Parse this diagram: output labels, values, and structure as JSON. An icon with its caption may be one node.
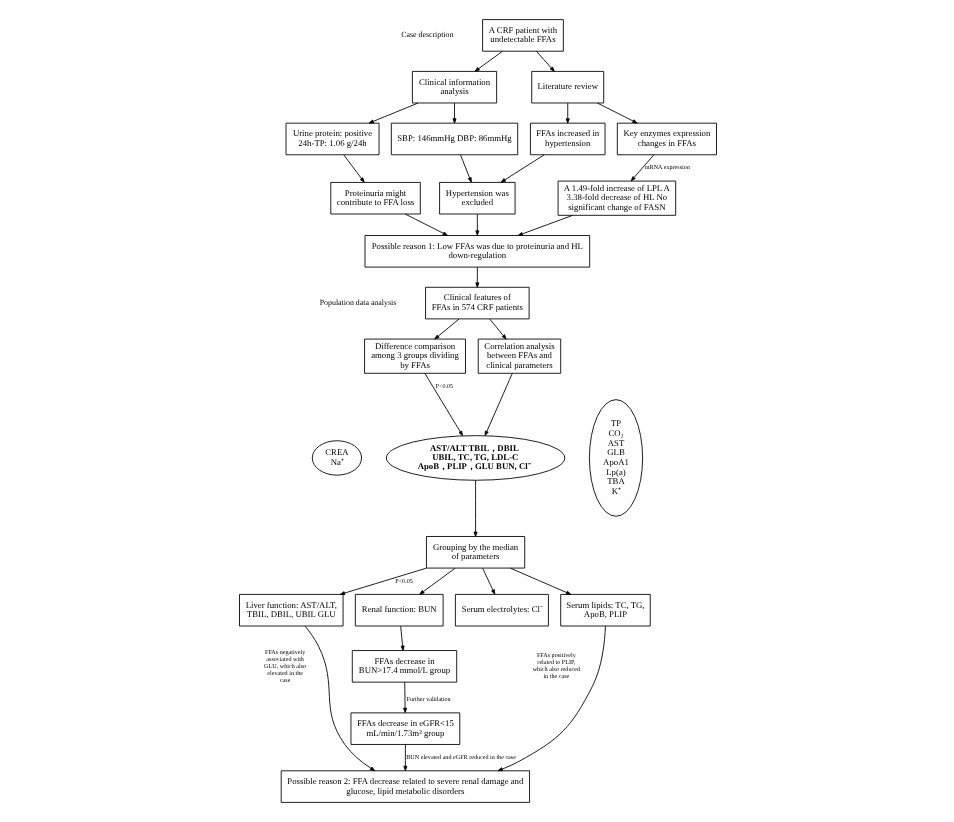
{
  "diagram": {
    "nodes": [
      {
        "text": [
          "A CRF patient with undetectable FFAs"
        ]
      },
      {
        "text": [
          "Clinical information analysis"
        ]
      },
      {
        "text": [
          "Literature review"
        ]
      },
      {
        "text": [
          "Urine protein: positive 24h-TP: 1.06 g/24h"
        ]
      },
      {
        "text": [
          "SBP: 146mmHg DBP: 86mmHg"
        ]
      },
      {
        "text": [
          "FFAs increased in hypertension"
        ]
      },
      {
        "text": [
          "Key enzymes expression changes in FFAs"
        ]
      },
      {
        "text": [
          "Proteinuria might contribute to FFA loss"
        ]
      },
      {
        "text": [
          "Hypertension was excluded"
        ]
      },
      {
        "text": [
          "A 1.49-fold increase of LPL A 3.38-fold decrease of HL No significant change of FASN"
        ]
      },
      {
        "text": [
          "Possible reason 1: Low FFAs was due to proteinuria and HL down-regulation"
        ]
      },
      {
        "text": [
          "Clinical features of FFAs in 574 CRF patients"
        ]
      },
      {
        "text": [
          "Difference comparison among 3 groups dividing by FFAs"
        ]
      },
      {
        "text": [
          "Correlation analysis between FFAs and clinical parameters"
        ]
      },
      {
        "text": [
          "CREA",
          "Na⁺"
        ]
      },
      {
        "text": [
          "TP",
          "CO₂",
          "AST",
          "GLB",
          "ApoA1",
          "Lp(a)",
          "TBA",
          "K⁺"
        ]
      },
      {
        "text": [
          "AST/ALT TBIL，DBIL UBIL, TC, TG, LDL-C ApoB，PLIP，GLU BUN, Cl⁻"
        ]
      },
      {
        "text": [
          "Grouping by the median of parameters"
        ]
      },
      {
        "text": [
          "Liver function: AST/ALT, TBIL, DBIL, UBIL GLU"
        ],
        "beside": [
          "FFAs negatively associated with GLU, which also elevated in the case"
        ]
      },
      {
        "text": [
          "Renal function: BUN"
        ]
      },
      {
        "text": [
          "Serum electrolytes: Cl⁻"
        ]
      },
      {
        "text": [
          "Serum lipids: TC, TG, ApoB, PLIP"
        ],
        "beside": [
          "FFAs positively related to PLIP, which also reduced in the case"
        ]
      },
      {
        "text": [
          "FFAs decrease in BUN>17.4 mmol/L group"
        ]
      },
      {
        "text": [
          "FFAs decrease in eGFR<15 mL/min/1.73m² group"
        ]
      },
      {
        "text": [
          "Possible reason 2: FFA decrease related to severe renal damage and glucose, lipid metabolic disorders"
        ]
      }
    ],
    "edges": [
      {
        "from": 0,
        "to": 1,
        "arrow": "to"
      },
      {
        "from": 0,
        "to": 2,
        "arrow": "to"
      },
      {
        "from": 1,
        "to": 3,
        "arrow": "to"
      },
      {
        "from": 1,
        "to": 4,
        "arrow": "to"
      },
      {
        "from": 2,
        "to": 5,
        "arrow": "to"
      },
      {
        "from": 2,
        "to": 6,
        "arrow": "to"
      },
      {
        "from": 3,
        "to": 7,
        "arrow": "to"
      },
      {
        "from": 4,
        "to": 8,
        "arrow": "to"
      },
      {
        "from": 5,
        "to": 8,
        "arrow": "to"
      },
      {
        "from": 6,
        "to": 9,
        "arrow": "to",
        "label": "mRNA expression"
      },
      {
        "from": 7,
        "to": 10,
        "arrow": "to"
      },
      {
        "from": 8,
        "to": 10,
        "arrow": "to"
      },
      {
        "from": 9,
        "to": 10,
        "arrow": "to"
      },
      {
        "from": 10,
        "to": 11,
        "arrow": "to"
      },
      {
        "from": 11,
        "to": 12,
        "arrow": "to"
      },
      {
        "from": 11,
        "to": 13,
        "arrow": "to"
      },
      {
        "from": 12,
        "to": 16,
        "arrow": "to",
        "label": "P<0.05"
      },
      {
        "from": 13,
        "to": 16,
        "arrow": "to"
      },
      {
        "from": 16,
        "to": 17,
        "arrow": "to"
      },
      {
        "from": 17,
        "to": 18,
        "arrow": "to",
        "label": "P<0.05"
      },
      {
        "from": 17,
        "to": 19,
        "arrow": "to"
      },
      {
        "from": 17,
        "to": 20,
        "arrow": "to"
      },
      {
        "from": 17,
        "to": 21,
        "arrow": "to"
      },
      {
        "from": 19,
        "to": 22,
        "arrow": "to"
      },
      {
        "from": 22,
        "to": 23,
        "arrow": "to",
        "label": "Further validation"
      },
      {
        "from": 18,
        "to": 24,
        "arrow": "to"
      },
      {
        "from": 23,
        "to": 24,
        "arrow": "to",
        "label": "BUN elevated and eGFR reduced in the case"
      },
      {
        "from": 21,
        "to": 24,
        "arrow": "to"
      }
    ],
    "labels": [
      "Case description",
      "Population data analysis"
    ]
  }
}
